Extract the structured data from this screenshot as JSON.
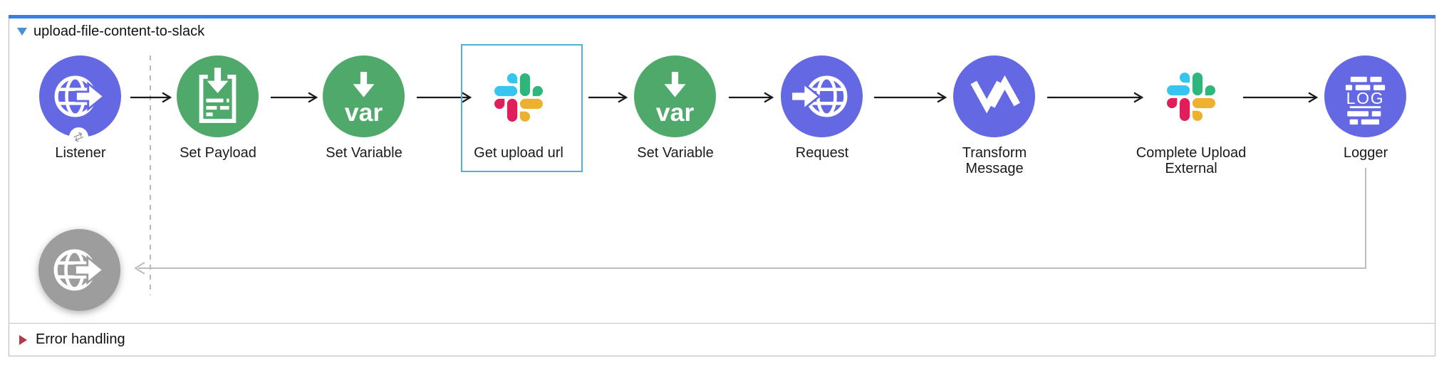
{
  "flow": {
    "title": "upload-file-content-to-slack",
    "collapse_icon": "triangle-down-icon",
    "nodes": [
      {
        "label": "Listener",
        "type": "http-listener",
        "icon": "globe-arrow-icon",
        "badge_icon": "request-response-icon",
        "badge_glyph": "⇄",
        "color": "#6568e3"
      },
      {
        "label": "Set Payload",
        "type": "set-payload",
        "icon": "payload-document-icon",
        "color": "#4fa96b"
      },
      {
        "label": "Set Variable",
        "type": "set-variable",
        "icon": "variable-arrow-icon",
        "icon_text": "var",
        "color": "#4fa96b"
      },
      {
        "label": "Get upload url",
        "type": "slack-connector",
        "icon": "slack-logo-icon",
        "selected": true
      },
      {
        "label": "Set Variable",
        "type": "set-variable",
        "icon": "variable-arrow-icon",
        "icon_text": "var",
        "color": "#4fa96b"
      },
      {
        "label": "Request",
        "type": "http-request",
        "icon": "globe-request-icon",
        "color": "#6568e3"
      },
      {
        "label": "Transform\nMessage",
        "type": "transform-message",
        "icon": "dataweave-icon",
        "color": "#6568e3"
      },
      {
        "label": "Complete Upload\nExternal",
        "type": "slack-connector",
        "icon": "slack-logo-icon"
      },
      {
        "label": "Logger",
        "type": "logger",
        "icon": "log-icon",
        "icon_text": "LOG",
        "color": "#6568e3"
      }
    ],
    "response_endpoint": {
      "icon": "globe-arrow-icon",
      "color": "#9d9d9d"
    }
  },
  "error_handling": {
    "title": "Error handling",
    "collapse_icon": "triangle-right-icon"
  },
  "colors": {
    "top_bar": "#3a7ee0",
    "node_blue": "#6568e3",
    "node_green": "#4fa96b",
    "node_gray": "#9d9d9d",
    "selection_border": "#54aed3",
    "collapse_triangle": "#4a90d9",
    "error_triangle": "#b23a4a",
    "connector_black": "#1a1a1a",
    "connector_gray": "#bdbdbd",
    "slack_blue": "#36c5f0",
    "slack_green": "#2eb67d",
    "slack_yellow": "#ecb22e",
    "slack_red": "#e01e5a"
  }
}
